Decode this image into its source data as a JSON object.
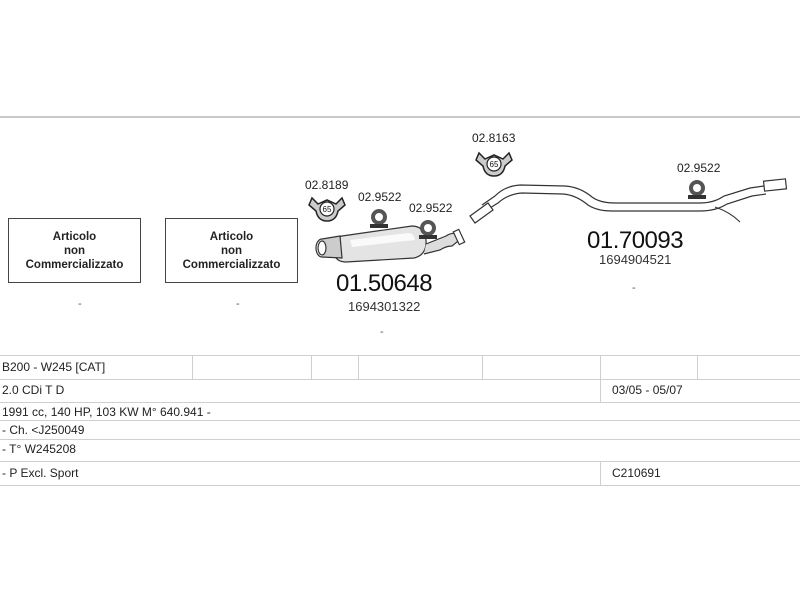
{
  "not_available_boxes": [
    {
      "line1": "Articolo",
      "line2": "non",
      "line3": "Commercializzato"
    },
    {
      "line1": "Articolo",
      "line2": "non",
      "line3": "Commercializzato"
    }
  ],
  "parts": {
    "rear_muffler": {
      "code": "01.50648",
      "oe": "1694301322"
    },
    "tail_pipe": {
      "code": "01.70093",
      "oe": "1694904521"
    },
    "mount_a": {
      "code": "02.8189",
      "label": "65"
    },
    "clamp_a": {
      "code": "02.9522"
    },
    "clamp_b": {
      "code": "02.9522"
    },
    "mount_b": {
      "code": "02.8163",
      "label": "65"
    },
    "clamp_c": {
      "code": "02.9522"
    }
  },
  "separator": "-",
  "vehicle": {
    "model": "B200 - W245  [CAT]",
    "engine": "2.0 CDi T D",
    "years": "03/05 - 05/07",
    "specs": "1991 cc, 140 HP, 103 KW M° 640.941 -",
    "chassis": "- Ch. <J250049",
    "type": "- T° W245208",
    "note": "- P Excl. Sport",
    "catalog_code": "C210691"
  }
}
